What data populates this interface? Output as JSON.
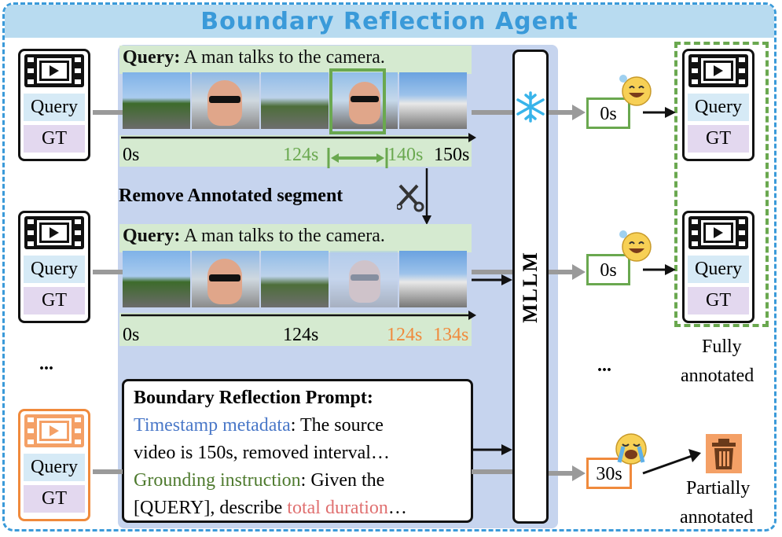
{
  "title": "Boundary Reflection Agent",
  "card": {
    "query": "Query",
    "gt": "GT"
  },
  "row1": {
    "query_prefix": "Query:",
    "query_text": " A man talks to the camera.",
    "t0": "0s",
    "t124": "124s",
    "t140": "140s",
    "t150": "150s"
  },
  "remove_label": "Remove Annotated segment",
  "row2": {
    "query_prefix": "Query:",
    "query_text": " A man talks to the camera.",
    "t0": "0s",
    "t124": "124s",
    "t124b": "124s",
    "t134": "134s"
  },
  "ellipsis": "...",
  "mllm": "MLLM",
  "outputs": {
    "out1": "0s",
    "out2": "0s",
    "out3": "30s"
  },
  "prompt": {
    "title": "Boundary Reflection Prompt:",
    "meta_label": "Timestamp metadata",
    "meta_text": ": The source",
    "line2": "video is 150s, removed interval…",
    "ground_label": "Grounding instruction",
    "ground_text": ": Given the",
    "line4_pre": "[QUERY], describe ",
    "line4_hl": "total duration",
    "line4_post": "…"
  },
  "labels": {
    "fully1": "Fully",
    "fully2": "annotated",
    "partial1": "Partially",
    "partial2": "annotated"
  },
  "colors": {
    "accent": "#3a9ad9",
    "green": "#6aa84f",
    "orange": "#f08a3c",
    "blue_text": "#4a78c8",
    "green_text": "#4e7a2e",
    "red_text": "#e07070"
  }
}
